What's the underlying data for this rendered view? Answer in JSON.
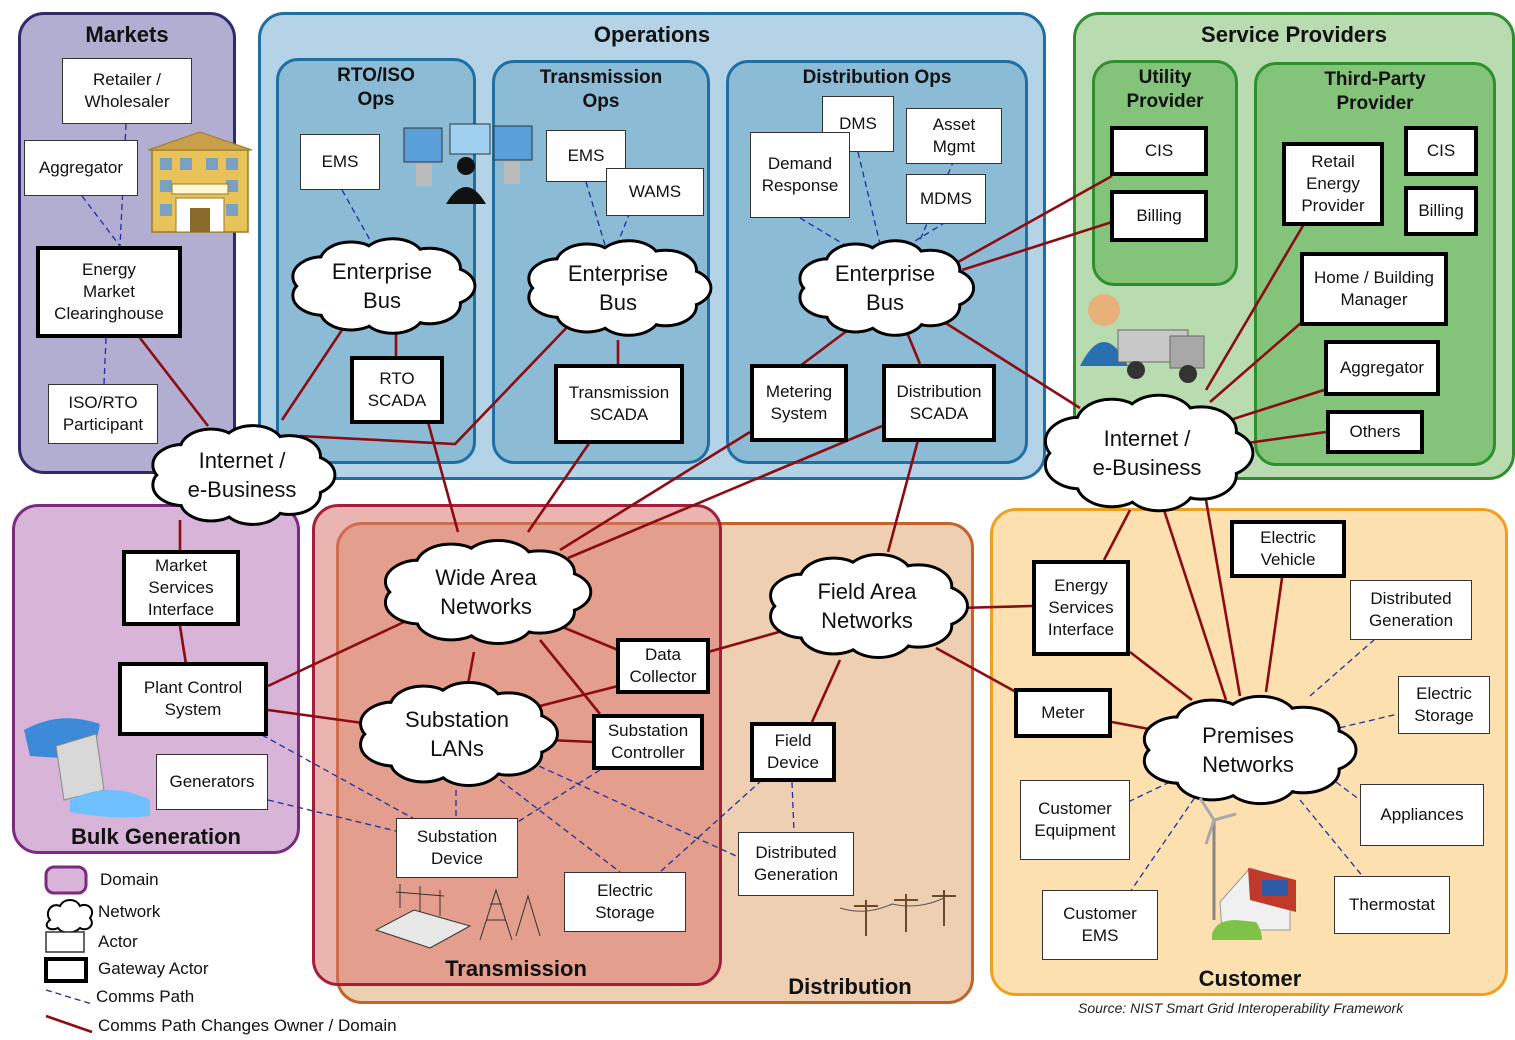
{
  "domains": {
    "markets": "Markets",
    "operations": "Operations",
    "service_providers": "Service Providers",
    "bulk_generation": "Bulk Generation",
    "transmission": "Transmission",
    "distribution": "Distribution",
    "customer": "Customer"
  },
  "subdomains": {
    "rto_iso_ops": "RTO/ISO\nOps",
    "transmission_ops": "Transmission\nOps",
    "distribution_ops": "Distribution Ops",
    "utility_provider": "Utility\nProvider",
    "third_party_provider": "Third-Party\nProvider"
  },
  "actors": {
    "retailer_wholesaler": "Retailer /\nWholesaler",
    "aggregator_markets": "Aggregator",
    "energy_market_clearinghouse": "Energy\nMarket\nClearinghouse",
    "iso_rto_participant": "ISO/RTO\nParticipant",
    "ems_rto": "EMS",
    "rto_scada": "RTO\nSCADA",
    "ems_trans": "EMS",
    "wams": "WAMS",
    "transmission_scada": "Transmission\nSCADA",
    "dms": "DMS",
    "asset_mgmt": "Asset\nMgmt",
    "demand_response": "Demand\nResponse",
    "mdms": "MDMS",
    "metering_system": "Metering\nSystem",
    "distribution_scada": "Distribution\nSCADA",
    "cis_utility": "CIS",
    "billing_utility": "Billing",
    "retail_energy_provider": "Retail\nEnergy\nProvider",
    "cis_third": "CIS",
    "billing_third": "Billing",
    "home_building_manager": "Home / Building\nManager",
    "aggregator_sp": "Aggregator",
    "others": "Others",
    "market_services_interface": "Market\nServices\nInterface",
    "plant_control_system": "Plant Control\nSystem",
    "generators": "Generators",
    "data_collector": "Data\nCollector",
    "substation_controller": "Substation\nController",
    "substation_device": "Substation\nDevice",
    "electric_storage_trans": "Electric\nStorage",
    "field_device": "Field\nDevice",
    "distributed_generation_dist": "Distributed\nGeneration",
    "energy_services_interface": "Energy\nServices\nInterface",
    "meter": "Meter",
    "electric_vehicle": "Electric\nVehicle",
    "distributed_generation_cust": "Distributed\nGeneration",
    "electric_storage_cust": "Electric\nStorage",
    "appliances": "Appliances",
    "thermostat": "Thermostat",
    "customer_equipment": "Customer\nEquipment",
    "customer_ems": "Customer\nEMS"
  },
  "networks": {
    "enterprise_bus_rto": "Enterprise\nBus",
    "enterprise_bus_trans": "Enterprise\nBus",
    "enterprise_bus_dist": "Enterprise\nBus",
    "internet_left": "Internet /\ne-Business",
    "internet_right": "Internet /\ne-Business",
    "wide_area_networks": "Wide Area\nNetworks",
    "substation_lans": "Substation\nLANs",
    "field_area_networks": "Field Area\nNetworks",
    "premises_networks": "Premises\nNetworks"
  },
  "legend": {
    "domain": "Domain",
    "network": "Network",
    "actor": "Actor",
    "gateway_actor": "Gateway Actor",
    "comms_path": "Comms Path",
    "comms_path_changes": "Comms Path Changes Owner / Domain"
  },
  "source": "Source: NIST Smart Grid Interoperability Framework",
  "colors": {
    "markets_fill": "#b1aed2",
    "markets_border": "#2e2a6e",
    "operations_fill": "#b5d3e6",
    "operations_border": "#1f6fa3",
    "ops_sub_fill": "#8cbbd6",
    "sp_fill": "#b8dcb0",
    "sp_border": "#2f8f2f",
    "sp_sub_fill": "#84c47a",
    "bulk_fill": "#d7b4d8",
    "bulk_border": "#7b2a80",
    "trans_fill": "#d98d85",
    "trans_outer_fill": "#eab6b9",
    "trans_border": "#a3203a",
    "dist_fill": "#efcfb2",
    "dist_border": "#c0642a",
    "cust_fill": "#fde0b0",
    "cust_border": "#f0a020",
    "comms_path": "#1f2f9f",
    "comms_change": "#8b0d12"
  }
}
